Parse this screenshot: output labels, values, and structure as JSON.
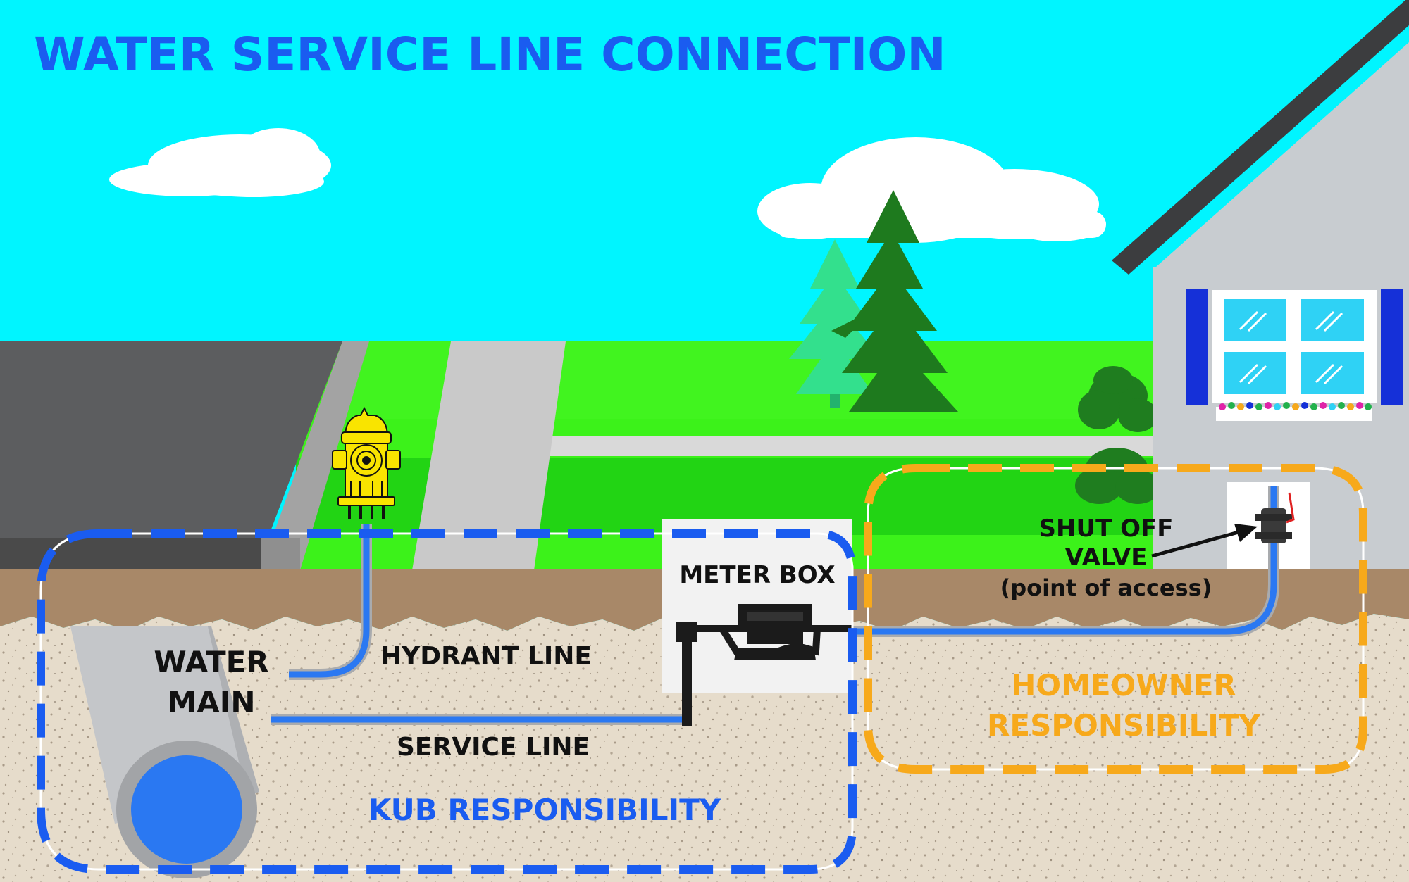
{
  "title": "WATER SERVICE LINE CONNECTION",
  "labels": {
    "water_main": [
      "WATER",
      "MAIN"
    ],
    "hydrant_line": "HYDRANT LINE",
    "service_line": "SERVICE LINE",
    "meter_box": "METER BOX",
    "shut_off_valve": [
      "SHUT OFF",
      "VALVE"
    ],
    "point_of_access": "(point of access)",
    "kub_responsibility": "KUB RESPONSIBILITY",
    "homeowner_responsibility": [
      "HOMEOWNER",
      "RESPONSIBILITY"
    ]
  },
  "colors": {
    "sky": "#00f5ff",
    "title": "#1a5cf0",
    "kub_zone": "#1a5cf0",
    "homeowner_zone": "#f7a91b",
    "pipe": "#2a78f2",
    "pipe_casing": "#a9abae",
    "hydrant": "#f9e400",
    "grass": "#3cf21a",
    "dirt": "#a88868",
    "underground": "#e6dccb",
    "road": "#5c5d5f",
    "house_wall": "#c8ccd0",
    "shutter": "#1530d8"
  }
}
